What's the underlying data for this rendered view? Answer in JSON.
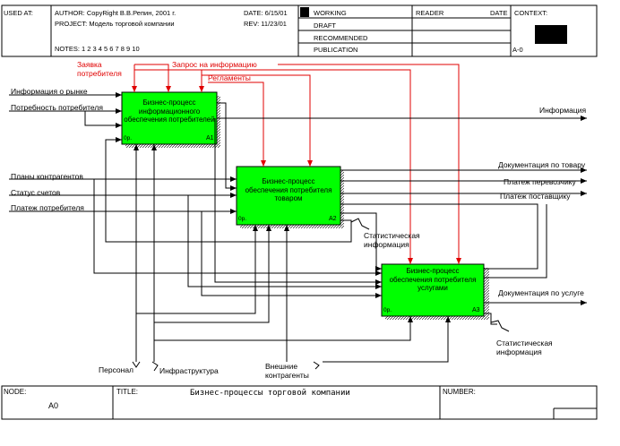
{
  "header": {
    "used_at_label": "USED AT:",
    "author_line": "AUTHOR:  CopyRight  В.В.Репин, 2001 г.",
    "project_line": "PROJECT:  Модель торговой компании",
    "notes_line": "NOTES:  1  2  3  4  5  6  7  8  9  10",
    "date_line": "DATE:  6/15/01",
    "rev_line": "REV:     11/23/01",
    "status": [
      "WORKING",
      "DRAFT",
      "RECOMMENDED",
      "PUBLICATION"
    ],
    "reader_label": "READER",
    "date_label": "DATE",
    "context_label": "CONTEXT:",
    "context_node": "A-0"
  },
  "diagram": {
    "boxes": [
      {
        "title": "Бизнес-процесс информационного обеспечения потребителей",
        "dp": "0p.",
        "num": "A1"
      },
      {
        "title": "Бизнес-процесс обеспечения потребителя товаром",
        "dp": "0p.",
        "num": "A2"
      },
      {
        "title": "Бизнес-процесс обеспечения потребителя услугами",
        "dp": "0p.",
        "num": "A3"
      }
    ],
    "controls": {
      "request_a": "Заявка",
      "request_b": "потребителя",
      "info_request": "Запрос на информацию",
      "regulations": "Регламенты"
    },
    "inputs": {
      "market_info": "Информация о рынке",
      "consumer_need": "Потребность потребителя",
      "partner_plans": "Планы контрагентов",
      "account_status": "Статус счетов",
      "consumer_payment": "Платеж потребителя"
    },
    "outputs": {
      "information": "Информация",
      "goods_docs": "Документация по товару",
      "carrier_payment": "Платеж перевозчику",
      "supplier_payment": "Платеж поставщику",
      "service_docs": "Документация по услуге",
      "stat_info_1a": "Статистическая",
      "stat_info_1b": "информация",
      "stat_info_2a": "Статистическая",
      "stat_info_2b": "информация"
    },
    "mechanisms": {
      "personnel": "Персонал",
      "infrastructure": "Инфраструктура",
      "external_a": "Внешние",
      "external_b": "контрагенты"
    }
  },
  "footer": {
    "node_label": "NODE:",
    "node_value": "A0",
    "title_label": "TITLE:",
    "title_value": "Бизнес-процессы торговой компании",
    "number_label": "NUMBER:"
  },
  "colors": {
    "box_fill": "#00ff00",
    "control_arrow": "#e00000",
    "line": "#000000"
  }
}
